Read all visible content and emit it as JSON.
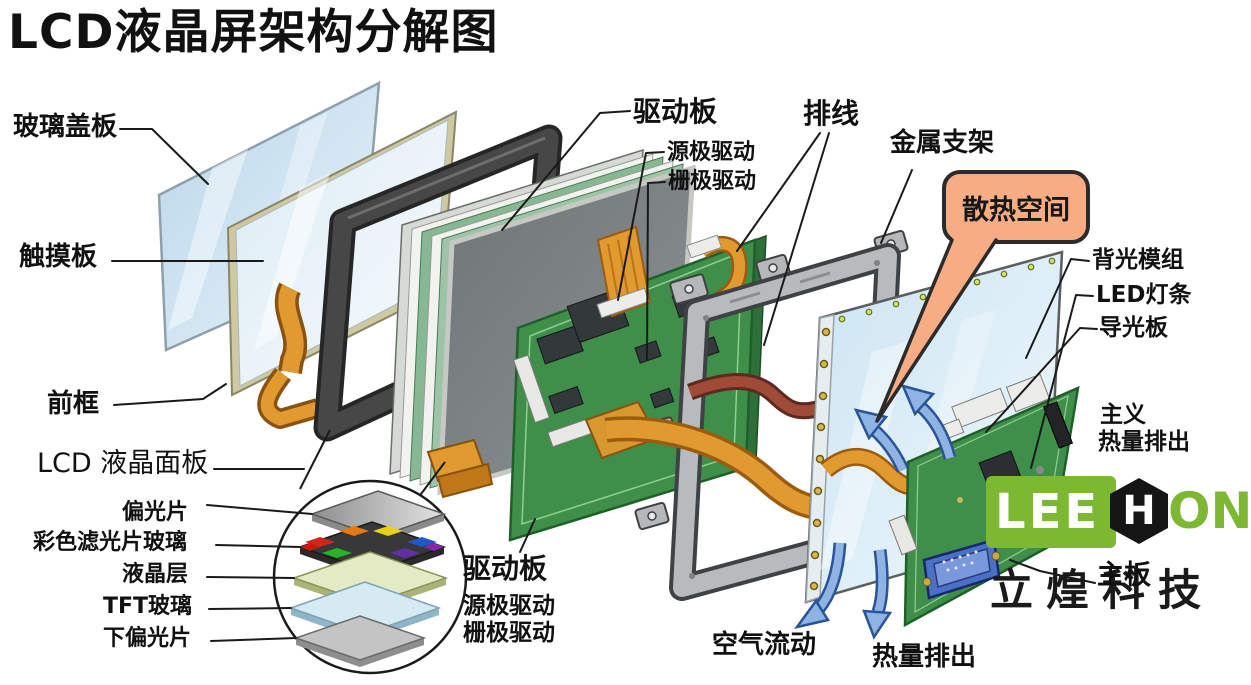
{
  "title": "LCD液晶屏架构分解图",
  "labels": {
    "glass_cover": "玻璃盖板",
    "touch_panel": "触摸板",
    "front_frame": "前框",
    "lcd_panel": "LCD 液晶面板",
    "polarizer": "偏光片",
    "color_filter_glass": "彩色滤光片玻璃",
    "liquid_crystal_layer": "液晶层",
    "tft_glass": "TFT玻璃",
    "lower_polarizer": "下偏光片",
    "driver_board_top": "驱动板",
    "source_driver_top": "源极驱动",
    "gate_driver_top": "栅极驱动",
    "flex_cable": "排线",
    "metal_bracket": "金属支架",
    "heat_space": "散热空间",
    "backlight_module": "背光模组",
    "led_strip": "LED灯条",
    "light_guide_plate": "导光板",
    "main_heat_line1": "主义",
    "main_heat_line2": "热量排出",
    "mainboard": "主板",
    "driver_board_bottom": "驱动板",
    "source_driver_bottom": "源极驱动",
    "gate_driver_bottom": "栅极驱动",
    "air_flow": "空气流动",
    "heat_exhaust": "热量排出"
  },
  "watermark": {
    "lee": "LEE",
    "h": "H",
    "on": "ON",
    "cn": "立煌科技"
  },
  "colors": {
    "callout_bg": "#f6ad84",
    "brand_green": "#7db832",
    "pcb_green": "#3f8f4a",
    "flex_orange": "#e09a30",
    "arrow_blue": "#8fb4e4",
    "glass_blue": "#cfe2f0",
    "bracket_gray": "#b7bbbd"
  }
}
